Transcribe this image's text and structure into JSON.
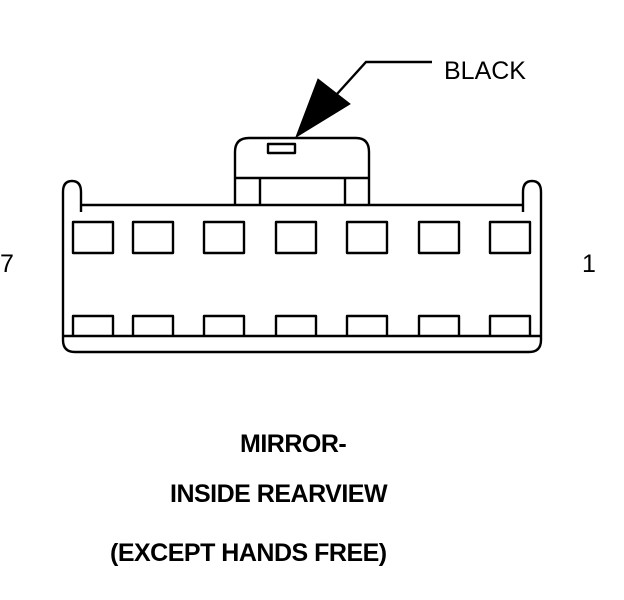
{
  "callout": {
    "color_label": "BLACK"
  },
  "connector": {
    "pin_left_label": "7",
    "pin_right_label": "1",
    "top_row_cavities": 7,
    "bottom_row_cavities": 7
  },
  "caption": {
    "line1": "MIRROR-",
    "line2": "INSIDE REARVIEW",
    "line3": "(EXCEPT HANDS FREE)"
  },
  "colors": {
    "ink": "#000000",
    "background": "#ffffff"
  }
}
